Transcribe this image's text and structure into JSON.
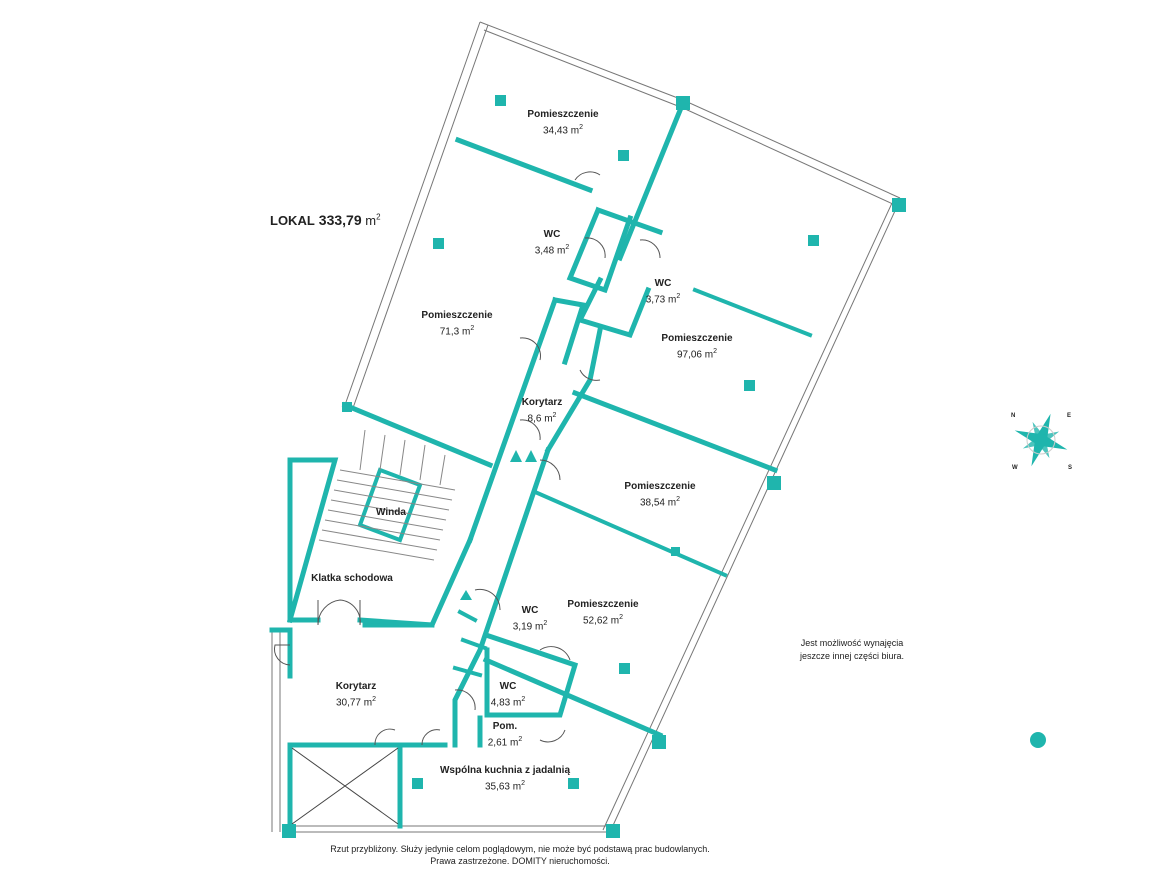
{
  "lokal": {
    "label": "LOKAL",
    "area": "333,79",
    "unit": "m"
  },
  "rooms": [
    {
      "name": "Pomieszczenie",
      "area": "34,43"
    },
    {
      "name": "WC",
      "area": "3,48"
    },
    {
      "name": "WC",
      "area": "3,73"
    },
    {
      "name": "Pomieszczenie",
      "area": "71,3"
    },
    {
      "name": "Pomieszczenie",
      "area": "97,06"
    },
    {
      "name": "Korytarz",
      "area": "8,6"
    },
    {
      "name": "Pomieszczenie",
      "area": "38,54"
    },
    {
      "name": "Winda",
      "area": ""
    },
    {
      "name": "Klatka schodowa",
      "area": ""
    },
    {
      "name": "WC",
      "area": "3,19"
    },
    {
      "name": "Pomieszczenie",
      "area": "52,62"
    },
    {
      "name": "Korytarz",
      "area": "30,77"
    },
    {
      "name": "WC",
      "area": "4,83"
    },
    {
      "name": "Pom.",
      "area": "2,61"
    },
    {
      "name": "Wspólna kuchnia z jadalnią",
      "area": "35,63"
    }
  ],
  "unit": "m",
  "unit_exp": "2",
  "note": [
    "Jest możliwość wynajęcia",
    "jeszcze innej części biura."
  ],
  "footer": [
    "Rzut przybliżony. Służy jedynie celom poglądowym, nie może być podstawą prac budowlanych.",
    "Prawa zastrzeżone. DOMITY nieruchomości."
  ],
  "compass": {
    "n": "N",
    "e": "E",
    "s": "S",
    "w": "W"
  },
  "colors": {
    "wall": "#1fb5ad",
    "window": "#777777"
  }
}
